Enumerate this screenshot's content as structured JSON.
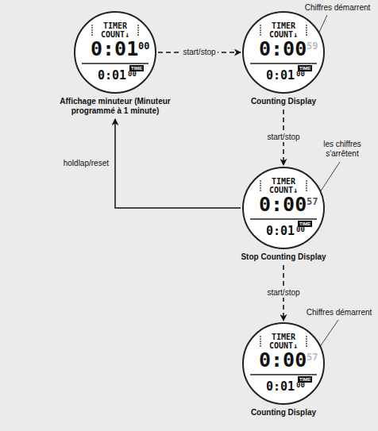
{
  "diagram": {
    "nodes": [
      {
        "text": [
          "TIMER",
          "COUNT↓",
          "0:01",
          "00",
          "TIME",
          "0:01",
          "00",
          "Affichage minuteur (Minuteur programmé à 1 minute)"
        ]
      },
      {
        "text": [
          "TIMER",
          "COUNT↓",
          "0:00",
          "59",
          "TIME",
          "0:01",
          "00",
          "Counting Display"
        ]
      },
      {
        "text": [
          "TIMER",
          "COUNT↓",
          "0:00",
          "57",
          "TIME",
          "0:01",
          "00",
          "Stop Counting Display"
        ]
      },
      {
        "text": [
          "TIMER",
          "COUNT↓",
          "0:00",
          "57",
          "TIME",
          "0:01",
          "00",
          "Counting Display"
        ]
      }
    ],
    "edges": [
      {
        "from": 0,
        "to": 1,
        "label": "start/stop",
        "arrow": "to"
      },
      {
        "from": 1,
        "to": 2,
        "label": "start/stop",
        "arrow": "to"
      },
      {
        "from": 2,
        "to": 3,
        "label": "start/stop",
        "arrow": "to"
      },
      {
        "from": 2,
        "to": 0,
        "label": "holdlap/reset",
        "arrow": "to"
      }
    ],
    "labels": [
      "Chiffres démarrent",
      "les chiffres s'arrêtent",
      "Chiffres démarrent"
    ]
  }
}
